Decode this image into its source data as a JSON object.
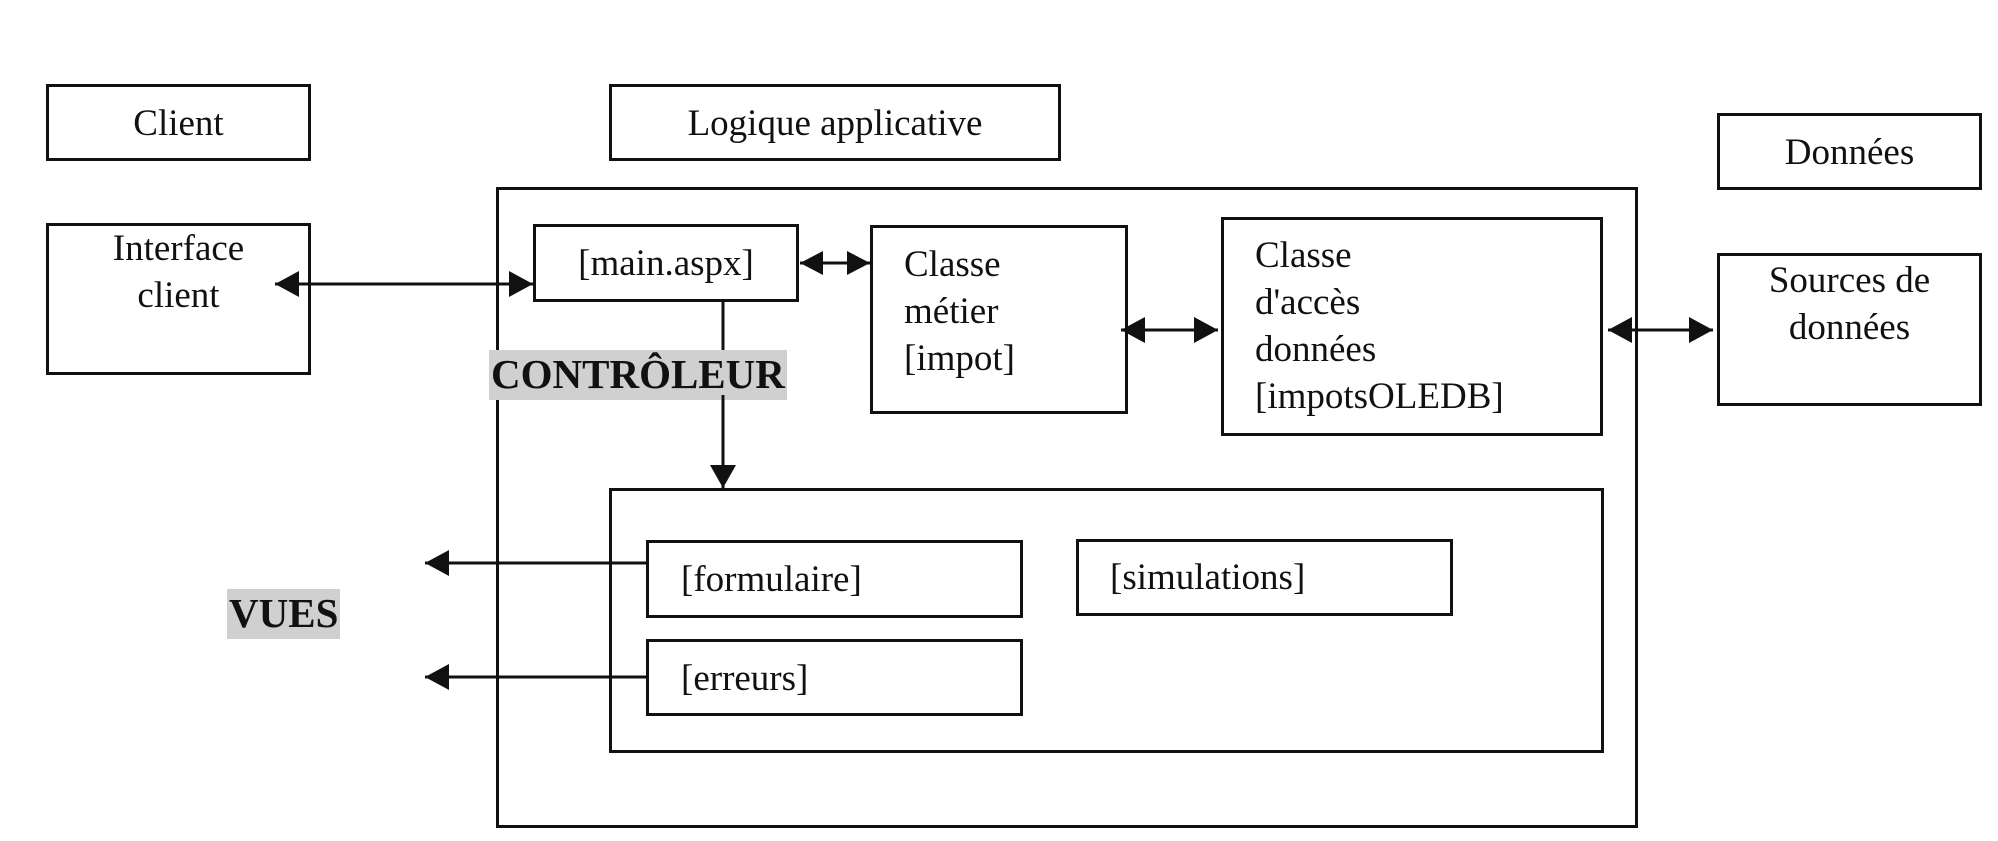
{
  "headers": {
    "client": "Client",
    "logique": "Logique applicative",
    "donnees": "Données"
  },
  "nodes": {
    "interface_client": [
      "Interface",
      "client"
    ],
    "main_aspx": "[main.aspx]",
    "classe_metier": [
      "Classe",
      "métier",
      "[impot]"
    ],
    "classe_acces": [
      "Classe",
      "d'accès",
      "données",
      "[impotsOLEDB]"
    ],
    "sources": [
      "Sources de",
      "données"
    ],
    "formulaire": "[formulaire]",
    "simulations": "[simulations]",
    "erreurs": "[erreurs]"
  },
  "tags": {
    "controleur": "CONTRÔLEUR",
    "vues": "VUES"
  }
}
